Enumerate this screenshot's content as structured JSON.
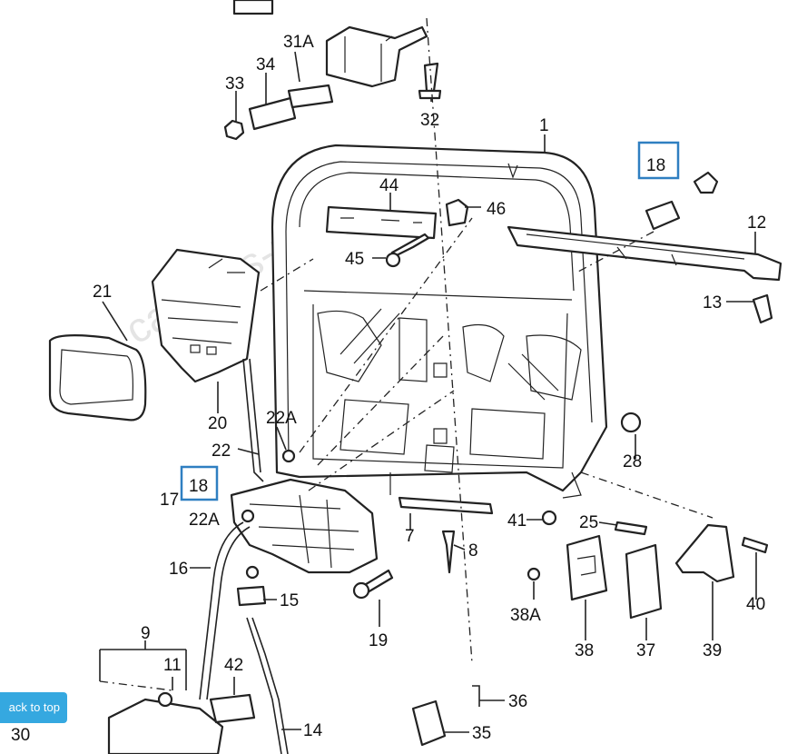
{
  "watermark": "carparts-parts.com",
  "back_to_top": "ack to top",
  "page_number": "30",
  "highlight_color": "#2f7fc1",
  "labels": {
    "l1": "1",
    "l8": "8",
    "l9": "9",
    "l11": "11",
    "l12": "12",
    "l13": "13",
    "l14": "14",
    "l15": "15",
    "l16": "16",
    "l17": "17",
    "l18a": "18",
    "l18b": "18",
    "l19": "19",
    "l20": "20",
    "l21": "21",
    "l22": "22",
    "l22a1": "22A",
    "l22a2": "22A",
    "l25": "25",
    "l28": "28",
    "l31a": "31A",
    "l32": "32",
    "l33": "33",
    "l34": "34",
    "l35": "35",
    "l36": "36",
    "l37": "37",
    "l38": "38",
    "l38a": "38A",
    "l39": "39",
    "l40": "40",
    "l41": "41",
    "l42": "42",
    "l44": "44",
    "l45": "45",
    "l46": "46",
    "l7": "7"
  }
}
